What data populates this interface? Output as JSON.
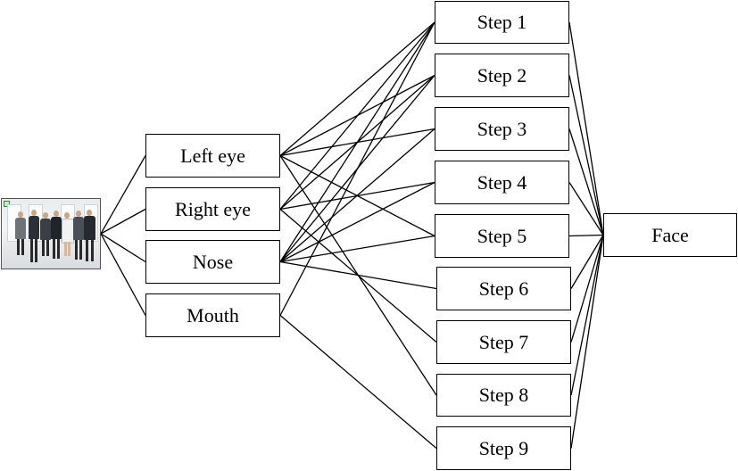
{
  "input_image": {
    "icon": "group-photo-icon"
  },
  "features": [
    {
      "id": "left_eye",
      "label": "Left eye"
    },
    {
      "id": "right_eye",
      "label": "Right eye"
    },
    {
      "id": "nose",
      "label": "Nose"
    },
    {
      "id": "mouth",
      "label": "Mouth"
    }
  ],
  "steps": [
    {
      "id": "s1",
      "label": "Step 1"
    },
    {
      "id": "s2",
      "label": "Step 2"
    },
    {
      "id": "s3",
      "label": "Step 3"
    },
    {
      "id": "s4",
      "label": "Step 4"
    },
    {
      "id": "s5",
      "label": "Step 5"
    },
    {
      "id": "s6",
      "label": "Step 6"
    },
    {
      "id": "s7",
      "label": "Step 7"
    },
    {
      "id": "s8",
      "label": "Step 8"
    },
    {
      "id": "s9",
      "label": "Step 9"
    }
  ],
  "output": {
    "id": "face",
    "label": "Face"
  },
  "edges": [
    [
      "image",
      "left_eye"
    ],
    [
      "image",
      "right_eye"
    ],
    [
      "image",
      "nose"
    ],
    [
      "image",
      "mouth"
    ],
    [
      "left_eye",
      "s1"
    ],
    [
      "left_eye",
      "s2"
    ],
    [
      "left_eye",
      "s3"
    ],
    [
      "left_eye",
      "s5"
    ],
    [
      "left_eye",
      "s8"
    ],
    [
      "right_eye",
      "s1"
    ],
    [
      "right_eye",
      "s2"
    ],
    [
      "right_eye",
      "s4"
    ],
    [
      "right_eye",
      "s7"
    ],
    [
      "nose",
      "s1"
    ],
    [
      "nose",
      "s2"
    ],
    [
      "nose",
      "s3"
    ],
    [
      "nose",
      "s4"
    ],
    [
      "nose",
      "s5"
    ],
    [
      "nose",
      "s6"
    ],
    [
      "mouth",
      "s1"
    ],
    [
      "mouth",
      "s9"
    ],
    [
      "s1",
      "face"
    ],
    [
      "s2",
      "face"
    ],
    [
      "s3",
      "face"
    ],
    [
      "s4",
      "face"
    ],
    [
      "s5",
      "face"
    ],
    [
      "s6",
      "face"
    ],
    [
      "s7",
      "face"
    ],
    [
      "s8",
      "face"
    ],
    [
      "s9",
      "face"
    ]
  ]
}
